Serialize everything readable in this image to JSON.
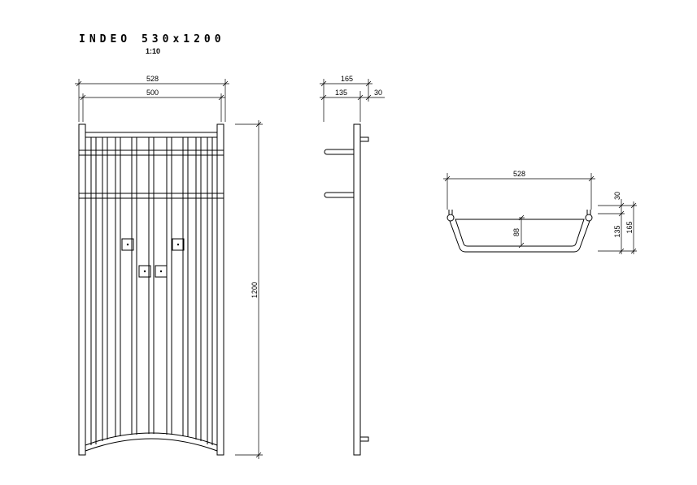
{
  "drawing": {
    "title": "INDEO 530x1200",
    "scale": "1:10"
  },
  "front_view": {
    "dim_outer_width": "528",
    "dim_inner_width": "500",
    "dim_height": "1200"
  },
  "side_view": {
    "dim_total_depth": "165",
    "dim_bar_depth": "135",
    "dim_wall_gap": "30"
  },
  "top_view": {
    "dim_width": "528",
    "dim_top_offset": "30",
    "dim_inner_depth": "88",
    "dim_depth_135": "135",
    "dim_depth_165": "165"
  }
}
